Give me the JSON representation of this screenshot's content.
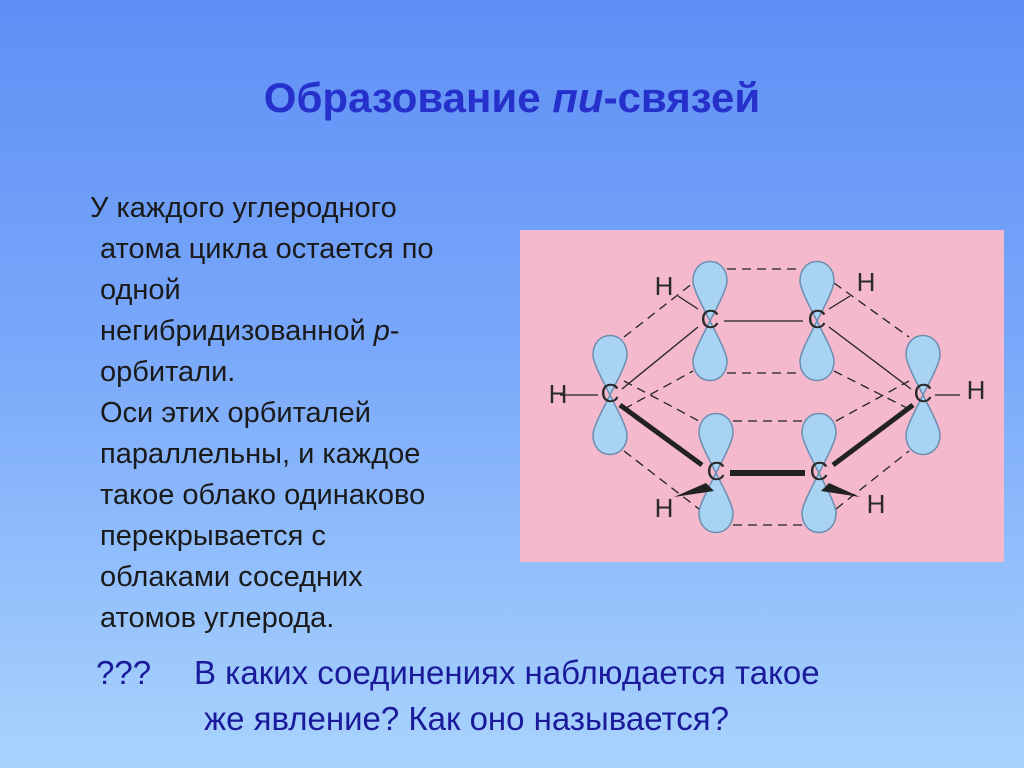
{
  "slide": {
    "title_prefix": "Образование ",
    "title_emphasis": "пи",
    "title_suffix": "-связей",
    "body_lines": [
      "У каждого углеродного",
      "атома цикла остается по",
      "одной",
      "негибридизованной ",
      "орбитали.",
      "Оси этих орбиталей",
      "параллельны, и каждое",
      "такое облако одинаково",
      "перекрывается с",
      "облаками соседних",
      "атомов углерода."
    ],
    "body_italic_p": "р",
    "body_hyphen": "-",
    "question_marks": "???",
    "question_line1": "В каких соединениях наблюдается такое",
    "question_line2": "же явление? Как оно называется?"
  },
  "diagram": {
    "atom_label": "C",
    "hydrogen_label": "H",
    "colors": {
      "background": "#f4b9cc",
      "orbital_fill": "#a9d3f2",
      "orbital_stroke": "#6a8db0",
      "bond": "#222222"
    }
  }
}
